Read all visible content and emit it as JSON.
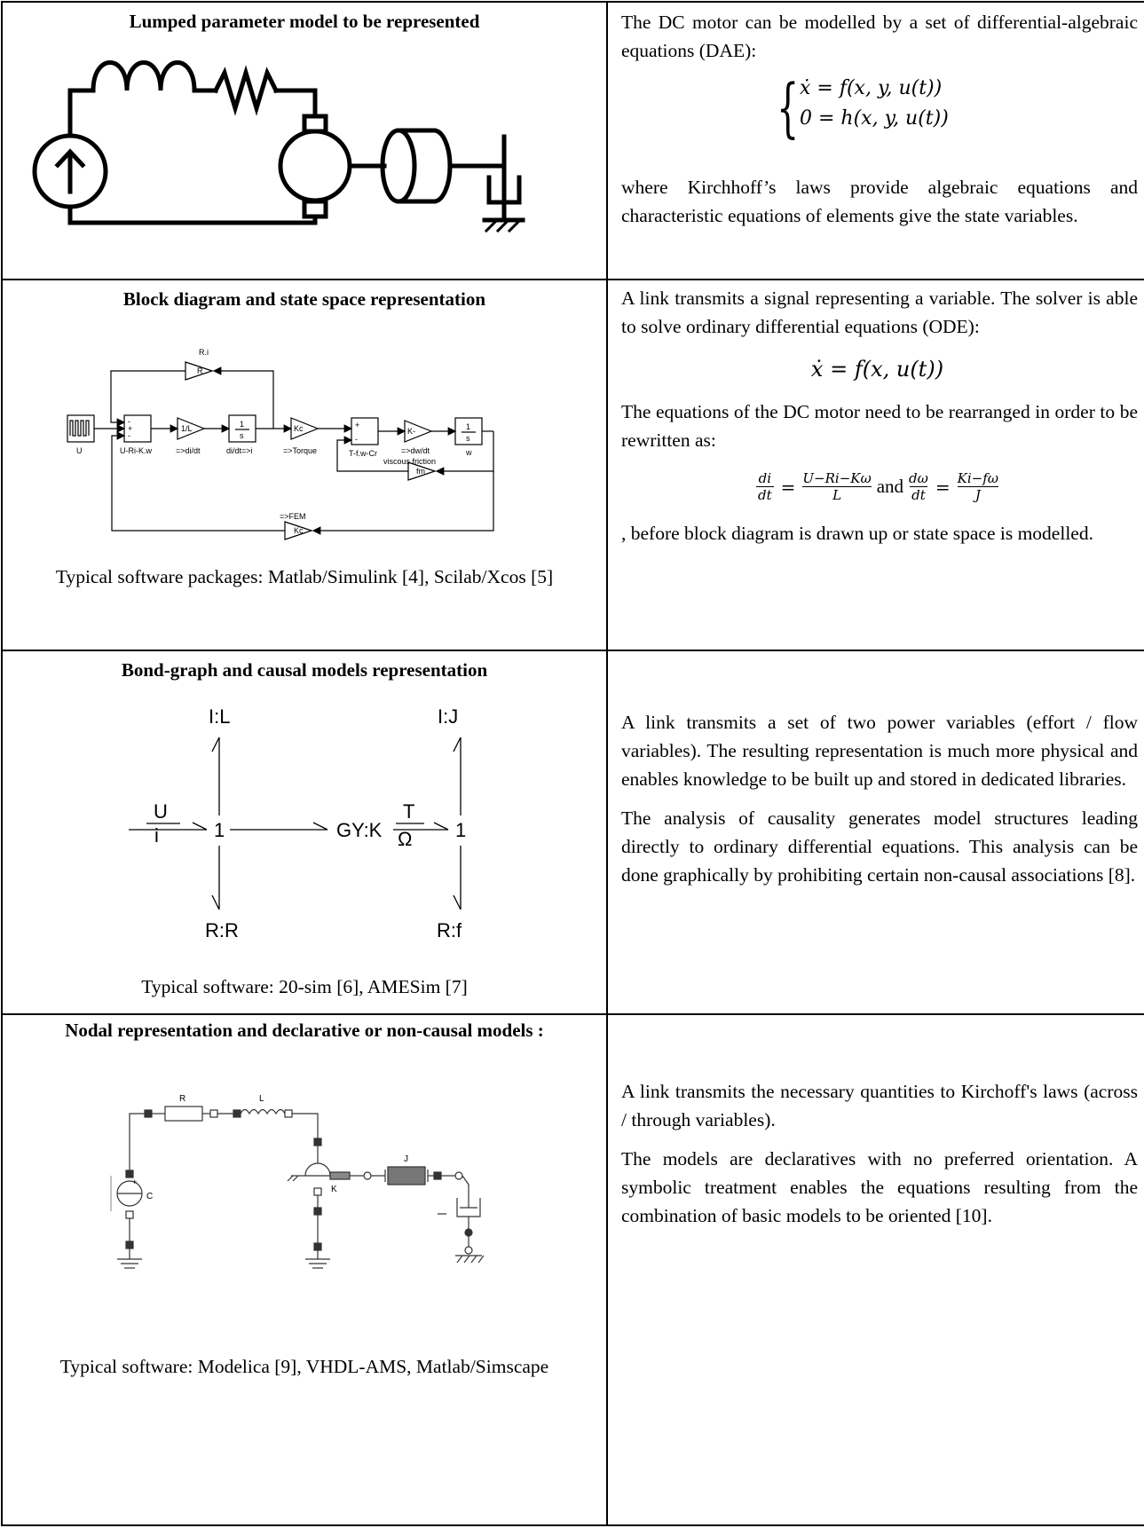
{
  "rows": [
    {
      "title": "Lumped parameter model to be represented",
      "text_intro": "The DC motor can be modelled by a set of differential-algebraic equations (DAE):",
      "eq_line1": "ẋ = f(x, y, u(t))",
      "eq_line2": "0 = h(x, y, u(t))",
      "text_after": "where Kirchhoff’s laws provide algebraic equations and characteristic equations of elements give the state variables."
    },
    {
      "title": "Block diagram and state space representation",
      "caption": "Typical software packages: Matlab/Simulink [4], Scilab/Xcos [5]",
      "text_intro": "A link transmits a signal representing a variable. The solver is able to solve ordinary differential equations (ODE):",
      "ode": "ẋ = f(x, u(t))",
      "text_mid": "The equations of the DC motor need to be rearranged in order to be rewritten as:",
      "frac1_lhs_num": "di",
      "frac1_lhs_den": "dt",
      "frac1_rhs_num": "U−Ri−Kω",
      "frac1_rhs_den": "L",
      "and_word": "and",
      "frac2_lhs_num": "dω",
      "frac2_lhs_den": "dt",
      "frac2_rhs_num": "Ki−fω",
      "frac2_rhs_den": "J",
      "text_after": ", before block diagram is drawn up or state space is modelled.",
      "diagram": {
        "source": "U",
        "sum1": "U-Ri-K.w",
        "gain_1L": "1/L",
        "gain_1L_out": "=>di/dt",
        "integ": "1",
        "integ_den": "s",
        "integ1_out": "di/dt=>i",
        "kc": "Kc",
        "kc_out": "=>Torque",
        "sum2": "T-f.w-Cr",
        "kgain": "K-",
        "kgain_out": "=>dw/dt",
        "integ2_out": "w",
        "r_label": "R.i",
        "r_gain": "R",
        "viscous": "viscous friction",
        "fm": "fm",
        "fem": "=>FEM",
        "kc2": "Kc"
      }
    },
    {
      "title": "Bond-graph and causal models representation",
      "caption": "Typical software: 20-sim [6], AMESim [7]",
      "para1": "A link transmits a set of two power variables  (effort / flow variables). The resulting representation is much more physical and enables knowledge to be built up and stored in dedicated libraries.",
      "para2": "The analysis of causality generates model structures leading directly to ordinary differential equations. This analysis can be done graphically by prohibiting certain non-causal associations [8].",
      "bond": {
        "il": "I:L",
        "ij": "I:J",
        "rr": "R:R",
        "rf": "R:f",
        "u": "U",
        "i": "i",
        "one": "1",
        "gy": "GY:K",
        "t": "T",
        "omega": "Ω"
      }
    },
    {
      "title": "Nodal representation and declarative or non-causal models :",
      "caption": "Typical software: Modelica [9], VHDL-AMS, Matlab/Simscape",
      "para1": "A link transmits the necessary quantities to Kirchoff's laws (across / through variables).",
      "para2": "The models are declaratives with no preferred orientation. A symbolic treatment enables the equations resulting from the combination of basic models to be oriented [10].",
      "nodal": {
        "r": "R",
        "l": "L",
        "c": "C",
        "k": "K",
        "j": "J",
        "plus": "+"
      }
    }
  ]
}
